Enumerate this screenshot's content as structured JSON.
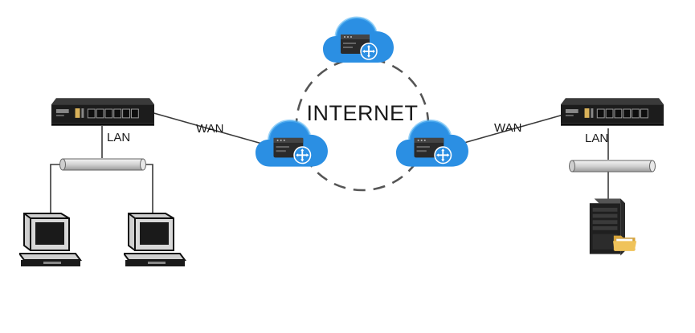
{
  "labels": {
    "internet": "INTERNET",
    "wan_left": "WAN",
    "wan_right": "WAN",
    "lan_left": "LAN",
    "lan_right": "LAN"
  },
  "icons": {
    "router": "router-icon",
    "cloud": "cloud-icon",
    "computer": "computer-icon",
    "server": "server-icon",
    "folder": "folder-icon",
    "hub": "lan-bus-icon"
  },
  "colors": {
    "cloud": "#2b8fe3",
    "cloud_light": "#4fb0f2",
    "router_body": "#1e1e1e",
    "router_face": "#2b2b2b",
    "router_led": "#d9b25a",
    "folder": "#e8b84a",
    "link": "#3a3a3a",
    "ring": "#555555"
  }
}
